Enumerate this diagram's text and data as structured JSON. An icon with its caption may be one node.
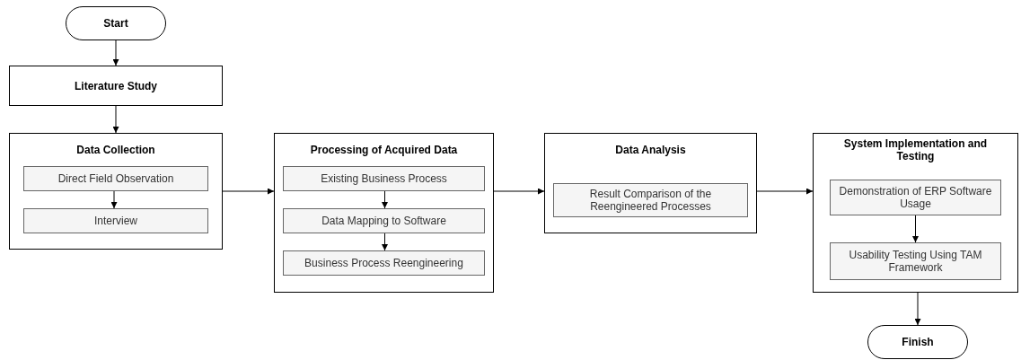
{
  "diagram": {
    "nodes": [
      {
        "text": [
          "Start"
        ]
      },
      {
        "text": [
          "Literature Study"
        ]
      },
      {
        "text": [
          "Data Collection"
        ]
      },
      {
        "text": [
          "Direct Field Observation"
        ],
        "in": 2
      },
      {
        "text": [
          "Interview"
        ],
        "in": 2
      },
      {
        "text": [
          "Processing of Acquired Data"
        ]
      },
      {
        "text": [
          "Existing Business Process"
        ],
        "in": 5
      },
      {
        "text": [
          "Data Mapping to Software"
        ],
        "in": 5
      },
      {
        "text": [
          "Business Process Reengineering"
        ],
        "in": 5
      },
      {
        "text": [
          "Data Analysis"
        ]
      },
      {
        "text": [
          "Result Comparison of the Reengineered Processes"
        ],
        "in": 9
      },
      {
        "text": [
          "System Implementation and Testing"
        ]
      },
      {
        "text": [
          "Demonstration of ERP Software Usage"
        ],
        "in": 11
      },
      {
        "text": [
          "Usability Testing Using TAM Framework"
        ],
        "in": 11
      },
      {
        "text": [
          "Finish"
        ]
      }
    ],
    "edges": [
      {
        "from": 0,
        "to": 1,
        "arrow": "to"
      },
      {
        "from": 1,
        "to": 2,
        "arrow": "to"
      },
      {
        "from": 3,
        "to": 4,
        "arrow": "to"
      },
      {
        "from": 2,
        "to": 5,
        "arrow": "to"
      },
      {
        "from": 6,
        "to": 7,
        "arrow": "to"
      },
      {
        "from": 7,
        "to": 8,
        "arrow": "to"
      },
      {
        "from": 5,
        "to": 9,
        "arrow": "to"
      },
      {
        "from": 9,
        "to": 11,
        "arrow": "to"
      },
      {
        "from": 12,
        "to": 13,
        "arrow": "to"
      },
      {
        "from": 11,
        "to": 14,
        "arrow": "to"
      }
    ]
  }
}
